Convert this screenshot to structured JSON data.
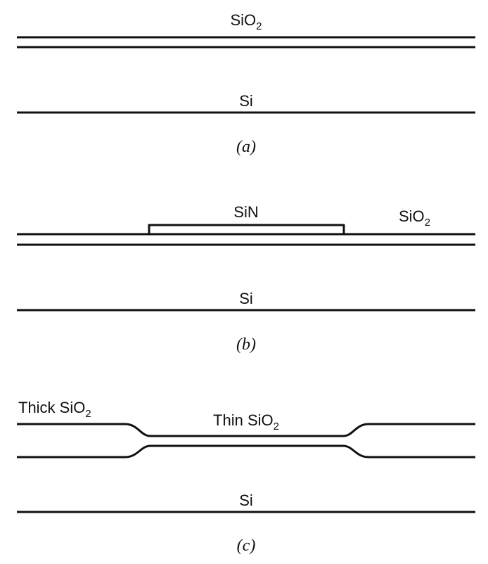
{
  "panel_a": {
    "oxide_label": {
      "main": "SiO",
      "sub": "2"
    },
    "substrate_label": "Si",
    "caption": "(a)"
  },
  "panel_b": {
    "nitride_label": "SiN",
    "oxide_label": {
      "main": "SiO",
      "sub": "2"
    },
    "substrate_label": "Si",
    "caption": "(b)"
  },
  "panel_c": {
    "thick_oxide_label": {
      "main": "Thick SiO",
      "sub": "2"
    },
    "thin_oxide_label": {
      "main": "Thin SiO",
      "sub": "2"
    },
    "substrate_label": "Si",
    "caption": "(c)"
  }
}
